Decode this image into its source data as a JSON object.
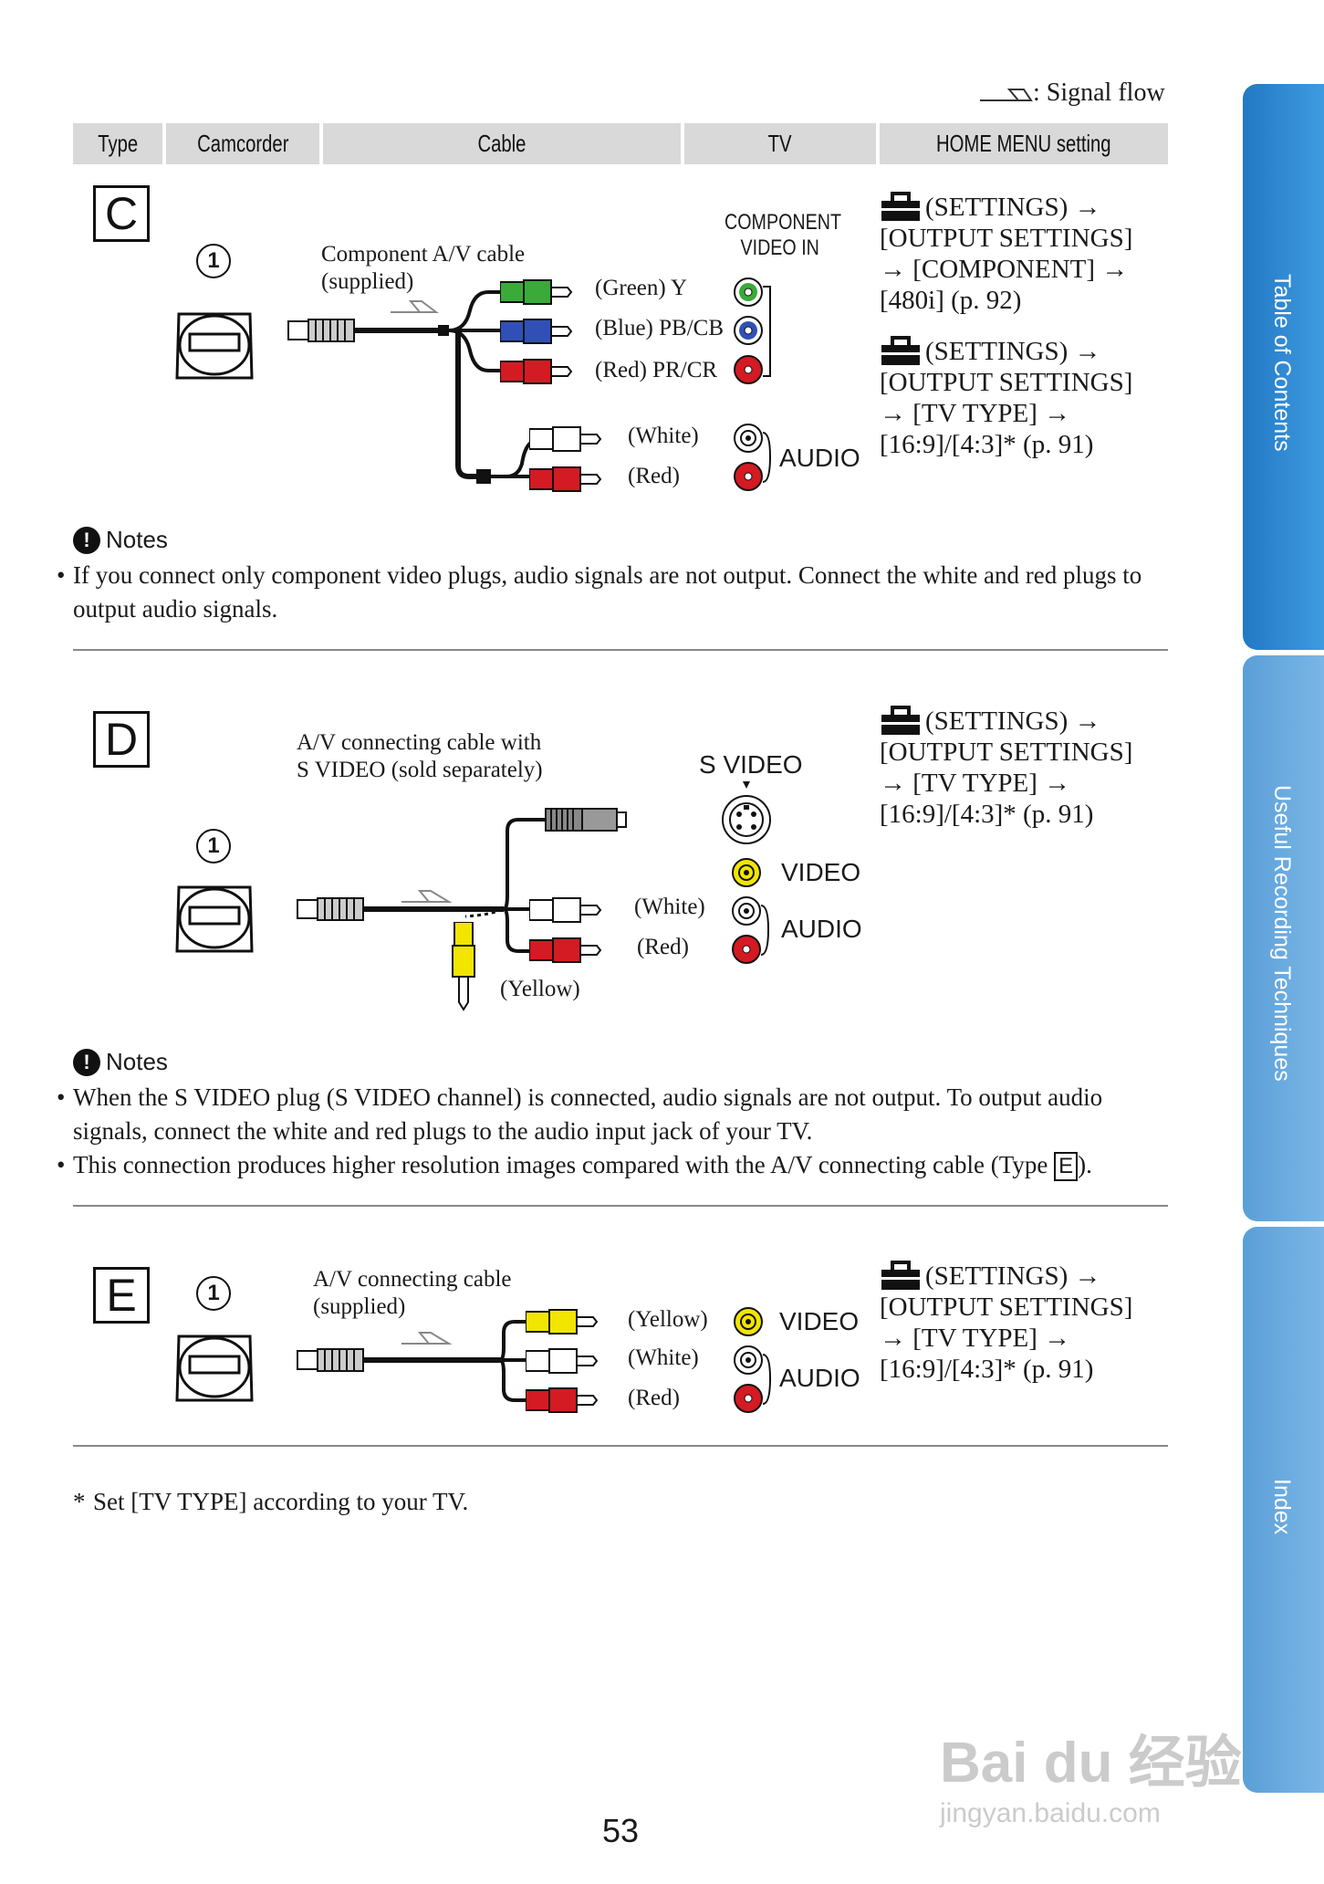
{
  "legend": {
    "signal_flow": ": Signal flow"
  },
  "header": {
    "type": "Type",
    "camcorder": "Camcorder",
    "cable": "Cable",
    "tv": "TV",
    "home_menu": "HOME MENU setting"
  },
  "section_c": {
    "type_letter": "C",
    "port_number": "1",
    "cable_line1": "Component A/V cable",
    "cable_line2": "(supplied)",
    "plug_green": "(Green) Y",
    "plug_blue": "(Blue) PB/CB",
    "plug_red": "(Red) PR/CR",
    "plug_white": "(White)",
    "plug_red2": "(Red)",
    "tv_label_line1": "COMPONENT",
    "tv_label_line2": "VIDEO IN",
    "audio_label": "AUDIO",
    "menu1": [
      "(SETTINGS) →",
      "[OUTPUT SETTINGS]",
      "→ [COMPONENT] →",
      "[480i] (p. 92)"
    ],
    "menu2": [
      "(SETTINGS) →",
      "[OUTPUT SETTINGS]",
      "→ [TV TYPE] →",
      "[16:9]/[4:3]* (p. 91)"
    ],
    "notes_title": "Notes",
    "note1": "If you connect only component video plugs, audio signals are not output. Connect the white and red plugs to output audio signals."
  },
  "section_d": {
    "type_letter": "D",
    "port_number": "1",
    "cable_line1": "A/V connecting cable with",
    "cable_line2": "S VIDEO (sold separately)",
    "plug_white": "(White)",
    "plug_red": "(Red)",
    "plug_yellow": "(Yellow)",
    "svideo_label": "S VIDEO",
    "video_label": "VIDEO",
    "audio_label": "AUDIO",
    "menu1": [
      "(SETTINGS) →",
      "[OUTPUT SETTINGS]",
      "→ [TV TYPE] →",
      "[16:9]/[4:3]* (p. 91)"
    ],
    "notes_title": "Notes",
    "note1": "When the S VIDEO plug (S VIDEO channel) is connected, audio signals are not output. To output audio signals, connect the white and red plugs to the audio input jack of your TV.",
    "note2_pre": "This connection produces higher resolution images compared with the A/V connecting cable (Type ",
    "note2_letter": "E",
    "note2_post": ")."
  },
  "section_e": {
    "type_letter": "E",
    "port_number": "1",
    "cable_line1": "A/V connecting cable",
    "cable_line2": "(supplied)",
    "plug_yellow": "(Yellow)",
    "plug_white": "(White)",
    "plug_red": "(Red)",
    "video_label": "VIDEO",
    "audio_label": "AUDIO",
    "menu1": [
      "(SETTINGS) →",
      "[OUTPUT SETTINGS]",
      "→ [TV TYPE] →",
      "[16:9]/[4:3]* (p. 91)"
    ]
  },
  "footnote": {
    "mark": "*",
    "text": "Set [TV TYPE] according to your TV."
  },
  "side_tabs": [
    "Table of Contents",
    "Useful Recording Techniques",
    "Index"
  ],
  "page_number": "53",
  "watermark": {
    "main": "Bai du 经验",
    "sub": "jingyan.baidu.com"
  },
  "colors": {
    "tab_blue": "#2f8fd6",
    "tab_light": "#5fa8de",
    "green": "#3aaa3a",
    "blue": "#3050b8",
    "red": "#d41a22",
    "yellow": "#f2e500",
    "header_gray": "#d9d9d9"
  },
  "icons": {
    "settings": "toolbox-icon",
    "notes": "notes-icon",
    "signal": "signal-flow-arrow-icon"
  }
}
